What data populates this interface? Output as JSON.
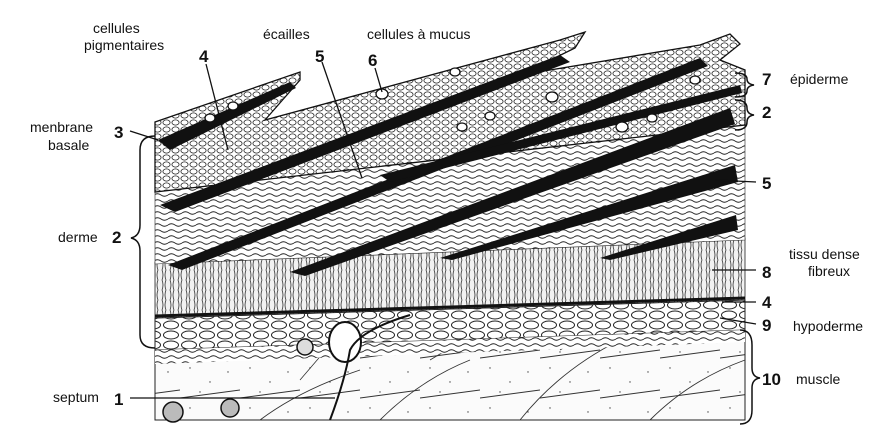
{
  "labels": {
    "cellules_pigmentaires_1": "cellules",
    "cellules_pigmentaires_2": "pigmentaires",
    "ecailles": "écailles",
    "cellules_mucus": "cellules à mucus",
    "epiderme": "épiderme",
    "membrane_1": "menbrane",
    "membrane_2": "basale",
    "derme": "derme",
    "tissu_1": "tissu dense",
    "tissu_2": "fibreux",
    "hypoderme": "hypoderme",
    "septum": "septum",
    "muscle": "muscle"
  },
  "numbers": {
    "n4_top": "4",
    "n5_top": "5",
    "n6": "6",
    "n7": "7",
    "n2_right": "2",
    "n5_right": "5",
    "n8": "8",
    "n4_right": "4",
    "n9": "9",
    "n10": "10",
    "n3": "3",
    "n2_left": "2",
    "n1": "1"
  }
}
